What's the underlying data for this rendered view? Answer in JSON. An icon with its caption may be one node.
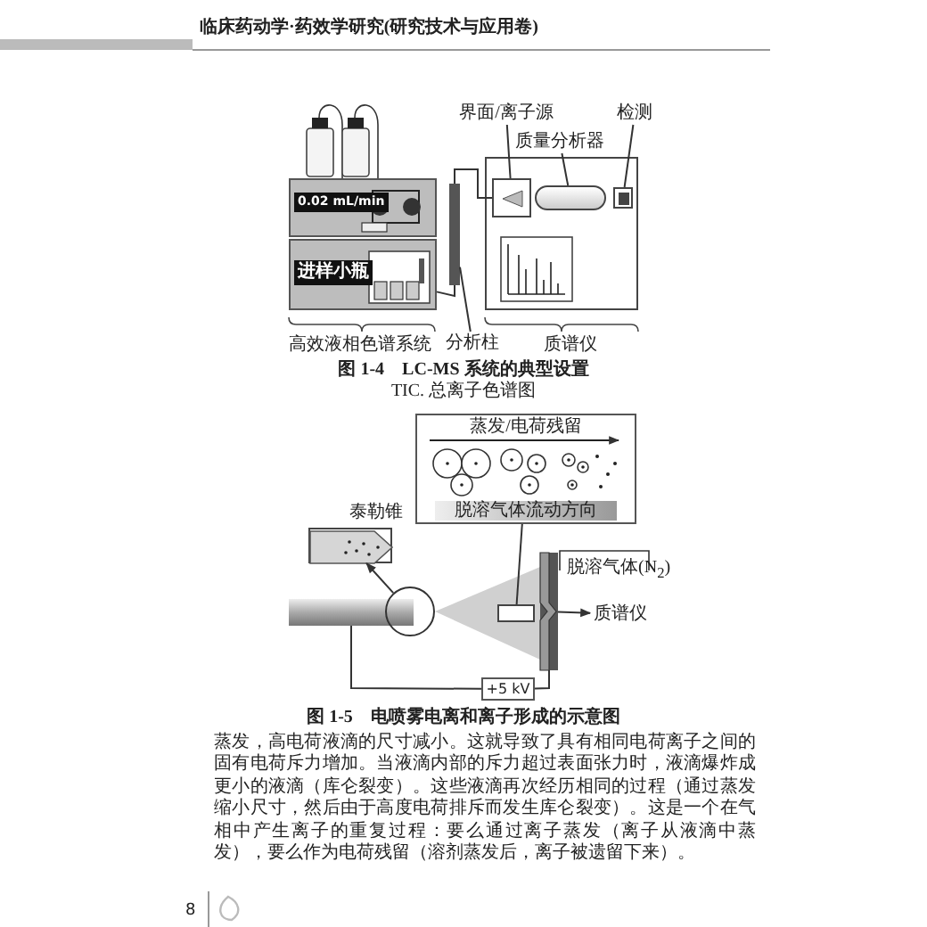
{
  "diagram": {
    "title": "临床药动学·药效学研究(研究技术与应用卷)",
    "nodes": [
      {
        "text": [
          "0.02 mL/min"
        ]
      },
      {
        "text": [
          "进样小瓶"
        ]
      },
      {
        "text": [],
        "shape": "bar"
      },
      {
        "text": [
          "分析柱"
        ]
      },
      {
        "text": [],
        "shape": "box"
      },
      {
        "text": [],
        "shape": "box",
        "in": 4
      },
      {
        "text": [],
        "shape": "cylinder",
        "in": 4
      },
      {
        "text": [],
        "shape": "box",
        "in": 4
      },
      {
        "text": [
          "界面/离子源"
        ]
      },
      {
        "text": [
          "质量分析器"
        ]
      },
      {
        "text": [
          "检测"
        ]
      },
      {
        "text": [
          "蒸发/电荷残留",
          "脱溶气体流动方向"
        ]
      },
      {
        "text": [],
        "shape": "box",
        "beside": [
          "泰勒锥"
        ]
      },
      {
        "text": [],
        "shape": "bar"
      },
      {
        "text": [],
        "shape": "circle"
      },
      {
        "text": [],
        "shape": "box"
      },
      {
        "text": [],
        "shape": "bar"
      },
      {
        "text": [
          "质谱仪"
        ]
      },
      {
        "text": [
          "+5 kV"
        ]
      }
    ],
    "edges": [
      {
        "from": 1,
        "to": 2,
        "arrow": "none"
      },
      {
        "from": 2,
        "to": 5,
        "arrow": "none"
      },
      {
        "from": 3,
        "to": 2,
        "arrow": "none"
      },
      {
        "from": 8,
        "to": 5,
        "arrow": "none"
      },
      {
        "from": 9,
        "to": 6,
        "arrow": "none"
      },
      {
        "from": 10,
        "to": 7,
        "arrow": "none"
      },
      {
        "from": 14,
        "to": 12,
        "arrow": "to"
      },
      {
        "from": 15,
        "to": 11,
        "arrow": "none"
      },
      {
        "from": 16,
        "to": 17,
        "arrow": "to"
      },
      {
        "from": 13,
        "to": 18,
        "arrow": "none"
      },
      {
        "from": 18,
        "to": 16,
        "arrow": "none"
      }
    ],
    "labels": [
      "高效液相色谱系统",
      "质谱仪",
      "图 1-4　LC-MS 系统的典型设置",
      "TIC. 总离子色谱图",
      "脱溶气体(N$_{2}$)",
      "图 1-5　电喷雾电离和离子形成的示意图",
      "蒸发，高电荷液滴的尺寸减小。这就导致了具有相同电荷离子之间的固有电荷斥力增加。当液滴内部的斥力超过表面张力时，液滴爆炸成更小的液滴（库仑裂变）。这些液滴再次经历相同的过程（通过蒸发缩小尺寸，然后由于高度电荷排斥而发生库仑裂变）。这是一个在气相中产生离子的重复过程：要么通过离子蒸发（离子从液滴中蒸发），要么作为电荷残留（溶剂蒸发后，离子被遗留下来）。",
      "8"
    ]
  }
}
